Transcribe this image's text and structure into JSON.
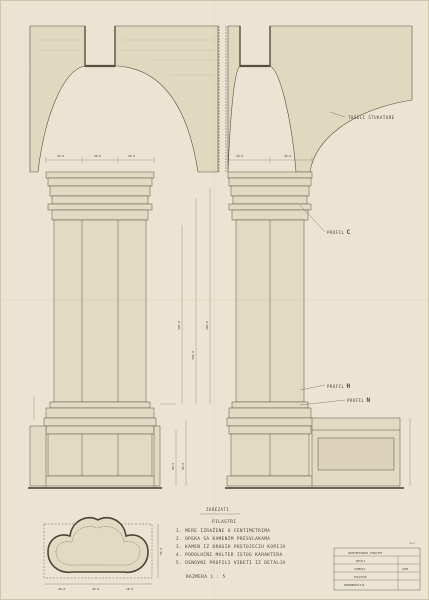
{
  "drawing": {
    "callouts": {
      "arch": "TAŠELI ŠTUKATURE",
      "profile_c_text": "PROFIL",
      "profile_c_letter": "C",
      "profile_h_text": "PROFIL",
      "profile_h_letter": "H",
      "profile_n_text": "PROFIL",
      "profile_n_letter": "N",
      "section": "ZAREZATI"
    },
    "notes": {
      "heading": "PILASTRI",
      "lines": [
        "1. MERE IZRAŽENE U CENTIMETRIMA",
        "2. OPEKA SA KAMENIM PRESVLAKAMA",
        "3. KAMEN IZ DRUGIH POSTOJEĆIH KOPIJA",
        "4. PODOLUČNI MALTER ISTOG KARAKTERA",
        "5. OSNOVNI PROFILI VIĐETI IZ DETALJA"
      ],
      "scale": "RAZMERA 1 : 5"
    },
    "title_block": {
      "rows": [
        "ARHITEKTONSKI FAKULTET",
        "DETALJ",
        "STUBOVI",
        "PILASTAR",
        "DOKUMENTACIJA"
      ],
      "number": "4785",
      "sheet_mark": "A-1"
    }
  }
}
